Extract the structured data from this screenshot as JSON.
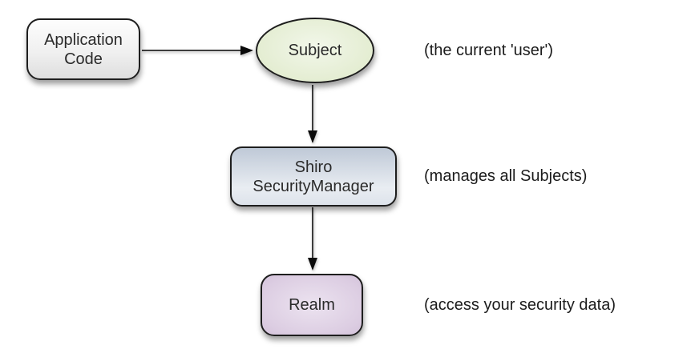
{
  "colors": {
    "canvas_bg": "#ffffff",
    "node_border": "#1e1e1e",
    "arrow_line": "#3d3d3d",
    "arrowhead": "#0a0a0a",
    "label_text": "#2a2a2a",
    "annotation_text": "#1c1c1c",
    "app_code_fill_top": "#fdfdfd",
    "app_code_fill_bottom": "#dedede",
    "subject_fill_center": "#f2f7ea",
    "subject_fill_edge": "#dce8c8",
    "security_manager_fill_top": "#bfc9d7",
    "security_manager_fill_bottom": "#e9edf2",
    "realm_fill_center": "#ece3f0",
    "realm_fill_edge": "#dccde2"
  },
  "nodes": {
    "application_code": {
      "lines": [
        "Application",
        "Code"
      ]
    },
    "subject": {
      "label": "Subject"
    },
    "security_manager": {
      "lines": [
        "Shiro",
        "SecurityManager"
      ]
    },
    "realm": {
      "label": "Realm"
    }
  },
  "annotations": {
    "subject": "(the current 'user')",
    "security_manager": "(manages all Subjects)",
    "realm": "(access your security data)"
  }
}
